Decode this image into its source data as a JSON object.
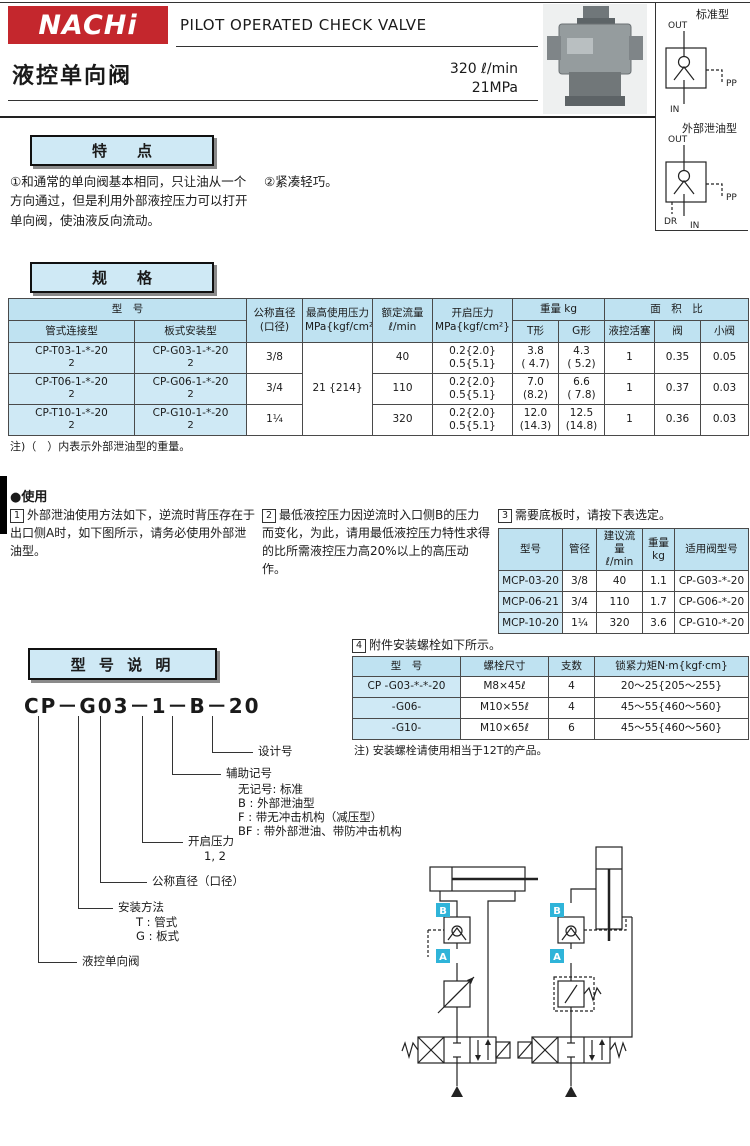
{
  "colors": {
    "brand_red": "#c4272d",
    "table_header_blue": "#bfe2f1",
    "table_cell_blue": "#cfe9f5",
    "label_cyan": "#2fb4d9"
  },
  "header": {
    "brand": "NACHi",
    "title_en": "PILOT OPERATED CHECK VALVE",
    "title_cn": "液控单向阀",
    "flow": "320 ℓ/min",
    "pressure": "21MPa"
  },
  "symbols": {
    "standard": {
      "label": "标准型",
      "out": "OUT",
      "pp": "PP",
      "in": "IN"
    },
    "drain": {
      "label": "外部泄油型",
      "out": "OUT",
      "pp": "PP",
      "dr": "DR",
      "in": "IN"
    }
  },
  "features": {
    "heading": "特　　点",
    "item1": "①和通常的单向阀基本相同，只让油从一个方向通过，但是利用外部液控压力可以打开单向阀，使油液反向流动。",
    "item2": "②紧凑轻巧。"
  },
  "spec": {
    "heading": "规　　格",
    "headers": {
      "model": "型　号",
      "pipe": "管式连接型",
      "plate": "板式安装型",
      "dia1": "公称直径",
      "dia2": "(口径)",
      "maxp1": "最高使用压力",
      "maxp2": "MPa{kgf/cm²}",
      "flow1": "额定流量",
      "flow2": "ℓ/min",
      "crack1": "开启压力",
      "crack2": "MPa{kgf/cm²}",
      "weight": "重量 kg",
      "area": "面　积　比",
      "t": "T形",
      "g": "G形",
      "piston": "液控活塞",
      "valve": "阀",
      "small": "小阀"
    },
    "maxp": "21 {214}",
    "rows": [
      {
        "pipe": "CP-T03-1-*-20",
        "pipe2": "2",
        "plate": "CP-G03-1-*-20",
        "plate2": "2",
        "dia": "3/8",
        "flow": "40",
        "cr1": "0.2{2.0}",
        "cr2": "0.5{5.1}",
        "t1": "3.8",
        "t2": "( 4.7)",
        "g1": "4.3",
        "g2": "( 5.2)",
        "piston": "1",
        "valve": "0.35",
        "small": "0.05"
      },
      {
        "pipe": "CP-T06-1-*-20",
        "pipe2": "2",
        "plate": "CP-G06-1-*-20",
        "plate2": "2",
        "dia": "3/4",
        "flow": "110",
        "cr1": "0.2{2.0}",
        "cr2": "0.5{5.1}",
        "t1": "7.0",
        "t2": "(8.2)",
        "g1": "6.6",
        "g2": "( 7.8)",
        "piston": "1",
        "valve": "0.37",
        "small": "0.03"
      },
      {
        "pipe": "CP-T10-1-*-20",
        "pipe2": "2",
        "plate": "CP-G10-1-*-20",
        "plate2": "2",
        "dia": "1¼",
        "flow": "320",
        "cr1": "0.2{2.0}",
        "cr2": "0.5{5.1}",
        "t1": "12.0",
        "t2": "(14.3)",
        "g1": "12.5",
        "g2": "(14.8)",
        "piston": "1",
        "valve": "0.36",
        "small": "0.03"
      }
    ],
    "note": "注)（　）内表示外部泄油型的重量。"
  },
  "usage": {
    "heading": "●使用",
    "n1": "1",
    "item1": "外部泄油使用方法如下，逆流时背压存在于出口侧A时，如下图所示，请务必使用外部泄油型。",
    "n2": "2",
    "item2": "最低液控压力因逆流时入口侧B的压力而变化，为此，请用最低液控压力特性求得的比所需液控压力高20%以上的高压动作。",
    "n3": "3",
    "item3": "需要底板时，请按下表选定。",
    "n4": "4",
    "item4": "附件安装螺栓如下所示。"
  },
  "mcp": {
    "headers": {
      "model": "型号",
      "dia": "管径",
      "flow1": "建议流量",
      "flow2": "ℓ/min",
      "wt1": "重量",
      "wt2": "kg",
      "apply": "适用阀型号"
    },
    "rows": [
      {
        "model": "MCP-03-20",
        "dia": "3/8",
        "flow": "40",
        "wt": "1.1",
        "apply": "CP-G03-*-20"
      },
      {
        "model": "MCP-06-21",
        "dia": "3/4",
        "flow": "110",
        "wt": "1.7",
        "apply": "CP-G06-*-20"
      },
      {
        "model": "MCP-10-20",
        "dia": "1¼",
        "flow": "320",
        "wt": "3.6",
        "apply": "CP-G10-*-20"
      }
    ]
  },
  "bolt": {
    "headers": {
      "model": "型　号",
      "size": "螺栓尺寸",
      "qty": "支数",
      "torque": "锁紧力矩N·m{kgf·cm}"
    },
    "rows": [
      {
        "model": "CP -G03-*-*-20",
        "size": "M8×45ℓ",
        "qty": "4",
        "torque": "20～25{205～255}"
      },
      {
        "model": "-G06-",
        "size": "M10×55ℓ",
        "qty": "4",
        "torque": "45～55{460～560}"
      },
      {
        "model": "-G10-",
        "size": "M10×65ℓ",
        "qty": "6",
        "torque": "45～55{460～560}"
      }
    ],
    "note": "注) 安装螺栓请使用相当于12T的产品。"
  },
  "model_code": {
    "heading": "型 号 说 明",
    "code": "CP－G03－1－B－20",
    "design": "设计号",
    "aux": "辅助记号",
    "aux_opts": [
      "无记号: 标准",
      "B : 外部泄油型",
      "F : 带无冲击机构（减压型）",
      "BF : 带外部泄油、带防冲击机构"
    ],
    "crack": "开启压力",
    "crack_vals": "1, 2",
    "dia": "公称直径（口径）",
    "mount": "安装方法",
    "mount_opts": [
      "T : 管式",
      "G : 板式"
    ],
    "name": "液控单向阀"
  },
  "circuit": {
    "b": "B",
    "a": "A"
  }
}
